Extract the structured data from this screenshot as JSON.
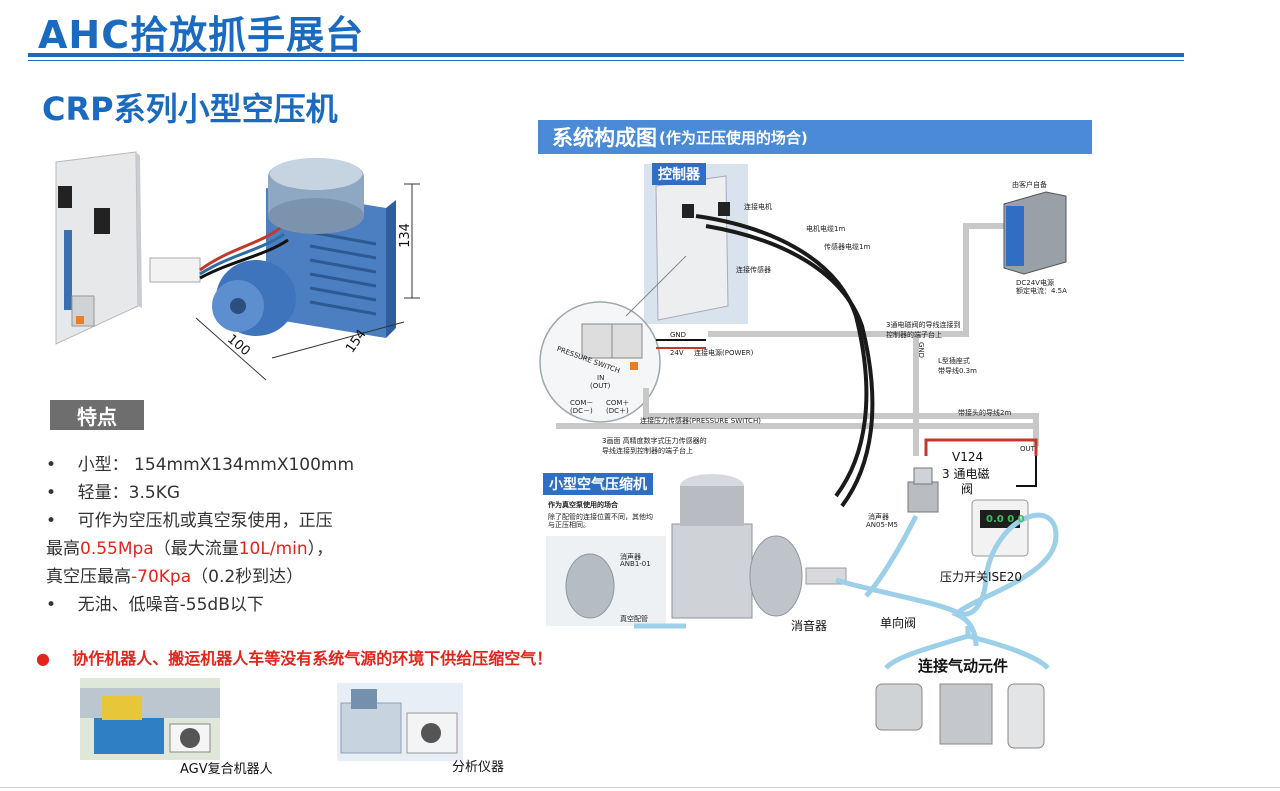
{
  "header": {
    "title": "AHC拾放抓手展台",
    "subtitle": "CRP系列小型空压机"
  },
  "product": {
    "dim_height": "134",
    "dim_depth": "100",
    "dim_width": "154"
  },
  "features": {
    "badge": "特点",
    "line1": "小型：  154mmX134mmX100mm",
    "line2": "轻量：3.5KG",
    "line3": "可作为空压机或真空泵使用，正压",
    "line4_a": "最高",
    "line4_red1": "0.55Mpa",
    "line4_b": "（最大流量",
    "line4_red2": "10L/min",
    "line4_c": "），",
    "line5_a": "真空压最高",
    "line5_red": "-70Kpa",
    "line5_b": "（0.2秒到达）",
    "line6": "无油、低噪音-55dB以下"
  },
  "highlight": "协作机器人、搬运机器人车等没有系统气源的环境下供给压缩空气！",
  "applications": [
    {
      "label": "AGV复合机器人"
    },
    {
      "label": "分析仪器"
    }
  ],
  "system": {
    "heading": "系统构成图",
    "heading_note": "(作为正压使用的场合)",
    "controller_tag": "控制器",
    "compressor_tag": "小型空气压缩机",
    "vacuum_title": "作为真空泵使用的场合",
    "vacuum_note1": "除了配管的连接位置不同，其他均",
    "vacuum_note2": "与正压相同。",
    "silencer_anb_1": "消声器",
    "silencer_anb_2": "ANB1-01",
    "vacuum_piping": "真空配管",
    "connect_motor": "连接电机",
    "connect_sensor": "连接传感器",
    "motor_cable": "电机电缆1m",
    "sensor_cable": "传感器电缆1m",
    "customer_supply": "由客户自备",
    "psu_1": "DC24V电源",
    "psu_2": "额定电流：4.5A",
    "gnd": "GND",
    "v24": "24V",
    "power_cable": "连接电源(POWER)",
    "pressure_cable": "连接压力传感器(PRESSURE SWITCH)",
    "valve_wire_1": "3通电磁阀的导线连接到",
    "valve_wire_2": "控制器的端子台上",
    "sensor_wire_1": "3画面 高精度数字式压力传感器的",
    "sensor_wire_2": "导线连接到控制器的端子台上",
    "l_type_1": "L型插座式",
    "l_type_2": "带导线0.3m",
    "lead_2m": "带接头的导线2m",
    "gnd_vertical": "GND",
    "out": "OUT",
    "pressure_switch_label": "PRESSURE SWITCH",
    "in_label": "IN",
    "out_label": "(OUT)",
    "com_minus": "COM－",
    "dc_minus": "(DC－)",
    "com_plus": "COM＋",
    "dc_plus": "(DC＋)",
    "valve_1": "V124",
    "valve_2": "3 通电磁",
    "valve_3": "阀",
    "silencer_an_1": "消声器",
    "silencer_an_2": "AN05-M5",
    "display_value": "0.0 0 0",
    "pressure_switch": "压力开关ISE20",
    "muffler": "消音器",
    "check_valve": "单向阀",
    "pneumatic": "连接气动元件"
  },
  "colors": {
    "brand": "#1a6bbf",
    "accent_red": "#e3241b",
    "bar": "#4a8ad6",
    "tag": "#2f6ec2",
    "air_line": "#9ccfe8",
    "cable_grey": "#c8c8c8"
  }
}
